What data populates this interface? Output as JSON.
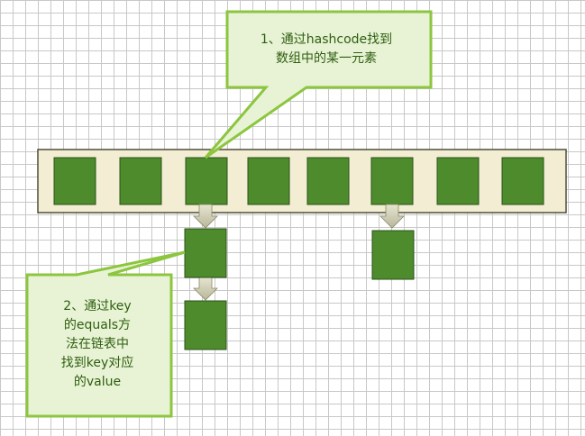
{
  "callout_top": {
    "line1": "1、通过hashcode找到",
    "line2": "数组中的某一元素"
  },
  "callout_bottom": {
    "line1": "2、通过key",
    "line2": "的equals方",
    "line3": "法在链表中",
    "line4": "找到key对应",
    "line5": "的value"
  },
  "colors": {
    "callout_fill": "#e7f3d4",
    "callout_border": "#8cc63f",
    "array_bg": "#f3eed3",
    "bucket_fill": "#4e8b2c",
    "bucket_border": "#2b521a",
    "arrow_fill": "#d9d8bf",
    "text": "#2f5e10"
  }
}
